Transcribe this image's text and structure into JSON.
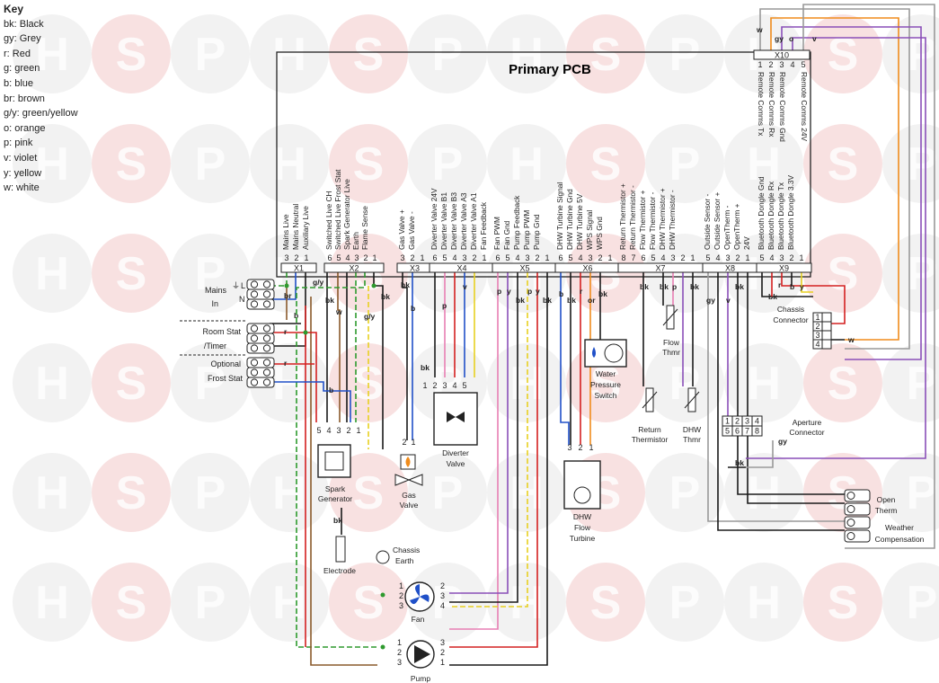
{
  "key": {
    "title": "Key",
    "items": [
      "bk: Black",
      "gy: Grey",
      "r:  Red",
      "g:  green",
      "b:  blue",
      "br:  brown",
      "g/y: green/yellow",
      "o:  orange",
      "p:  pink",
      "v:  violet",
      "y:  yellow",
      "w:  white"
    ]
  },
  "pcb_title": "Primary PCB",
  "connectors": [
    {
      "id": "X1",
      "pins": [
        "3",
        "2",
        "1"
      ],
      "labels": [
        "Mains Live",
        "Mains Neutral",
        "Auxiliary Live"
      ]
    },
    {
      "id": "X2",
      "pins": [
        "6",
        "5",
        "4",
        "3",
        "2",
        "1"
      ],
      "labels": [
        "Switched Live CH",
        "Switched Live Frost Stat",
        "Spark Generator Live",
        "Earth",
        "Flame Sense",
        ""
      ]
    },
    {
      "id": "X3",
      "pins": [
        "3",
        "2",
        "1"
      ],
      "labels": [
        "Gas Valve +",
        "Gas Valve -",
        ""
      ]
    },
    {
      "id": "X4",
      "pins": [
        "6",
        "5",
        "4",
        "3",
        "2",
        "1"
      ],
      "labels": [
        "Diverter Valve 24V",
        "Diverter Valve B1",
        "Diverter Valve B3",
        "Diverter Valve A3",
        "Diverter Valve A1",
        "Fan Feedback"
      ]
    },
    {
      "id": "X5",
      "pins": [
        "6",
        "5",
        "4",
        "3",
        "2",
        "1"
      ],
      "labels": [
        "Fan PWM",
        "Fan Gnd",
        "Pump Feedback",
        "Pump PWM",
        "Pump Gnd",
        ""
      ]
    },
    {
      "id": "X6",
      "pins": [
        "6",
        "5",
        "4",
        "3",
        "2",
        "1"
      ],
      "labels": [
        "DHW Turbine Signal",
        "DHW Turbine Gnd",
        "DHW Turbine 5V",
        "WPS Signal",
        "WPS Gnd",
        ""
      ]
    },
    {
      "id": "X7",
      "pins": [
        "8",
        "7",
        "6",
        "5",
        "4",
        "3",
        "2",
        "1"
      ],
      "labels": [
        "Return Thermistor +",
        "Return Thermistor -",
        "Flow Thermistor +",
        "Flow Thermistor -",
        "DHW Thermistor +",
        "DHW Thermistor -",
        "",
        ""
      ]
    },
    {
      "id": "X8",
      "pins": [
        "5",
        "4",
        "3",
        "2",
        "1"
      ],
      "labels": [
        "Outside Sensor -",
        "Outside Sensor +",
        "OpenTherm -",
        "OpenTherm +",
        "24V"
      ]
    },
    {
      "id": "X9",
      "pins": [
        "5",
        "4",
        "3",
        "2",
        "1"
      ],
      "labels": [
        "Bluetooth Dongle Gnd",
        "Bluetooth Dongle Rx",
        "Bluetooth Dongle Tx",
        "Bluetooth Dongle 3.3V",
        ""
      ]
    },
    {
      "id": "X10",
      "pins": [
        "1",
        "2",
        "3",
        "4",
        "5"
      ],
      "labels": [
        "Remote Comms Tx",
        "Remote Comms Rx",
        "Remote Comms Gnd",
        "",
        "Remote Comms 24V"
      ]
    }
  ],
  "terminals": {
    "mains": [
      "Mains",
      "In"
    ],
    "mains_pins": [
      "L",
      "N"
    ],
    "room_stat": [
      "Room Stat",
      "/Timer"
    ],
    "frost_stat": [
      "Optional",
      "Frost Stat"
    ]
  },
  "components": {
    "spark": [
      "Spark",
      "Generator"
    ],
    "electrode": "Electrode",
    "chassis_earth": [
      "Chassis",
      "Earth"
    ],
    "gas_valve": [
      "Gas",
      "Valve"
    ],
    "diverter": [
      "Diverter",
      "Valve"
    ],
    "wps": [
      "Water",
      "Pressure",
      "Switch"
    ],
    "dhw_turbine": [
      "DHW",
      "Flow",
      "Turbine"
    ],
    "return_thermistor": [
      "Return",
      "Thermistor"
    ],
    "flow_thermistor": [
      "Flow",
      "Thmr"
    ],
    "dhw_thermistor": [
      "DHW",
      "Thmr"
    ],
    "chassis_connector": [
      "Chassis",
      "Connector"
    ],
    "aperture_connector": [
      "Aperture",
      "Connector"
    ],
    "open_therm": [
      "Open",
      "Therm"
    ],
    "weather": [
      "Weather",
      "Compensation"
    ],
    "fan": "Fan",
    "pump": "Pump"
  },
  "colors": {
    "black": "#1a1a1a",
    "grey": "#999999",
    "red": "#d42020",
    "green": "#2e9a2e",
    "blue": "#2050c8",
    "brown": "#8a5a2b",
    "orange": "#f08c1c",
    "pink": "#e77fb3",
    "violet": "#8a4fb8",
    "yellow": "#e8d020",
    "white": "#dddddd"
  }
}
